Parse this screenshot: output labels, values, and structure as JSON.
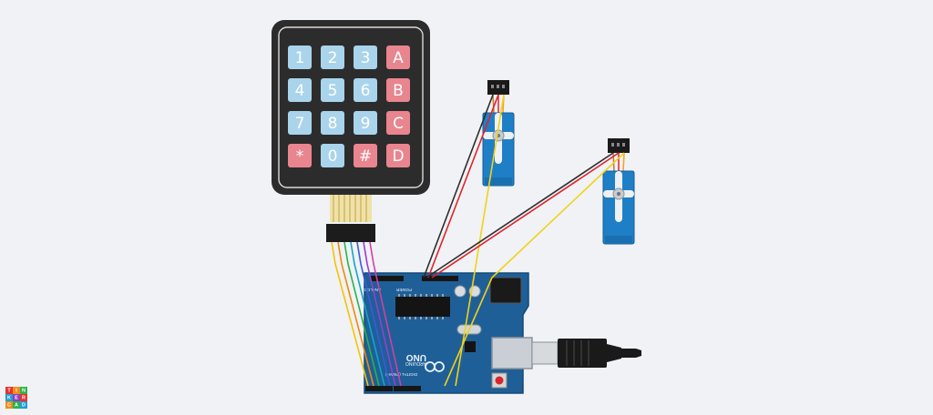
{
  "app": {
    "logo_letters": [
      "T",
      "I",
      "N",
      "K",
      "E",
      "R",
      "C",
      "A",
      "D"
    ]
  },
  "keypad": {
    "rows": [
      [
        {
          "label": "1",
          "kind": "num"
        },
        {
          "label": "2",
          "kind": "num"
        },
        {
          "label": "3",
          "kind": "num"
        },
        {
          "label": "A",
          "kind": "letter"
        }
      ],
      [
        {
          "label": "4",
          "kind": "num"
        },
        {
          "label": "5",
          "kind": "num"
        },
        {
          "label": "6",
          "kind": "num"
        },
        {
          "label": "B",
          "kind": "letter"
        }
      ],
      [
        {
          "label": "7",
          "kind": "num"
        },
        {
          "label": "8",
          "kind": "num"
        },
        {
          "label": "9",
          "kind": "num"
        },
        {
          "label": "C",
          "kind": "letter"
        }
      ],
      [
        {
          "label": "*",
          "kind": "letter"
        },
        {
          "label": "0",
          "kind": "num"
        },
        {
          "label": "#",
          "kind": "letter"
        },
        {
          "label": "D",
          "kind": "letter"
        }
      ]
    ]
  },
  "arduino": {
    "brand": "UNO",
    "power_label": "POWER",
    "analog_label": "ANALOG IN",
    "digital_label": "DIGITAL (PWM~)",
    "arduino_label": "ARDUINO"
  },
  "colors": {
    "background": "#f0f2f5",
    "keypad_body": "#2c2c2c",
    "key_num": "#a9d4ec",
    "key_letter": "#e9858f",
    "board": "#1f5f97",
    "servo": "#1f7fc6",
    "wire_black": "#2e2e2e",
    "wire_red": "#e0222b",
    "wire_yellow": "#f1d21a",
    "wire_keypad": [
      "#f7c300",
      "#f08a0a",
      "#2ab24a",
      "#15a4c9",
      "#3c5bd6",
      "#9b3cd1",
      "#d63ca7"
    ]
  }
}
